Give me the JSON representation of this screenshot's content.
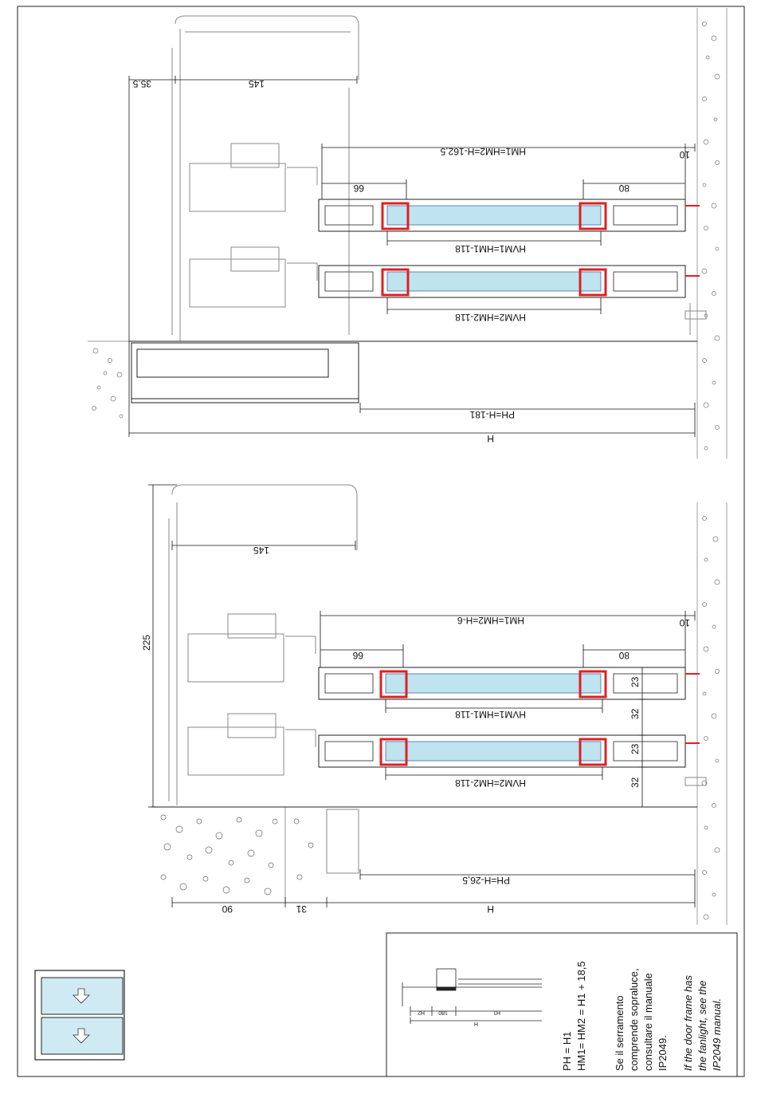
{
  "top_section": {
    "dims": {
      "d145": "145",
      "d35_5": "35.5",
      "hm_total": "HM1=HM2=H-162,5",
      "d10": "10",
      "d66": "66",
      "d80": "80",
      "hvm1": "HVM1=HM1-118",
      "hvm2": "HVM2=HM2-118",
      "ph": "PH=H-181",
      "h": "H"
    }
  },
  "bottom_section": {
    "dims": {
      "d225": "225",
      "d145": "145",
      "hm_total": "HM1=HM2=H-6",
      "d10": "10",
      "d66": "66",
      "d80": "80",
      "d23a": "23",
      "d32a": "32",
      "d23b": "23",
      "d32b": "32",
      "hvm1": "HVM1=HM1-118",
      "hvm2": "HVM2=HM2-118",
      "ph": "PH=H-26,5",
      "d90": "90",
      "d31": "31",
      "h": "H"
    }
  },
  "mini_diagram": {
    "h2": "H2",
    "h180": "180",
    "h1": "H1",
    "h": "H"
  },
  "notes": {
    "line1": "PH = H1",
    "line2": "HM1= HM2 = H1 + 18,5",
    "it1": "Se il serramento",
    "it2": "comprende sopraluce,",
    "it3": "consultare il manuale",
    "it4": "IP2049.",
    "en1": "If the door frame has",
    "en2": "the fanlight, see the",
    "en3": "IP2049 manual."
  },
  "colors": {
    "glass": "#bfe3ef",
    "gasket": "#e02020",
    "line": "#222222",
    "light_line": "#8a8a8a",
    "window_panel": "#cfeaf2"
  },
  "icons": {
    "arrow": "arrow-down-icon"
  }
}
